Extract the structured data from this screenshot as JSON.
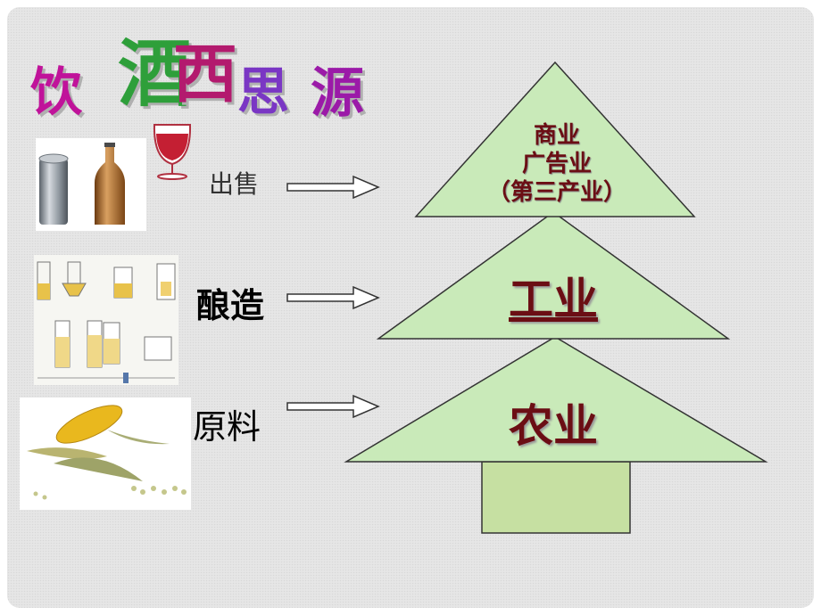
{
  "title": {
    "chars": [
      "饮",
      "酒",
      "西",
      "思",
      "源"
    ]
  },
  "labels": {
    "sell": "出售",
    "brew": "酿造",
    "raw": "原料"
  },
  "pyramid": {
    "top_line1": "商业",
    "top_line2": "广告业",
    "top_line3": "（第三产业）",
    "middle": "工业",
    "bottom": "农业"
  },
  "colors": {
    "triangle_fill": "#c9eab9",
    "trunk_fill": "#c6e0a2",
    "tier_text": "#6b0e14"
  },
  "icons": [
    "wine-glass-icon",
    "can-icon",
    "bottle-icon",
    "brewing-process-icon",
    "corn-icon",
    "arrow-right-icon"
  ]
}
